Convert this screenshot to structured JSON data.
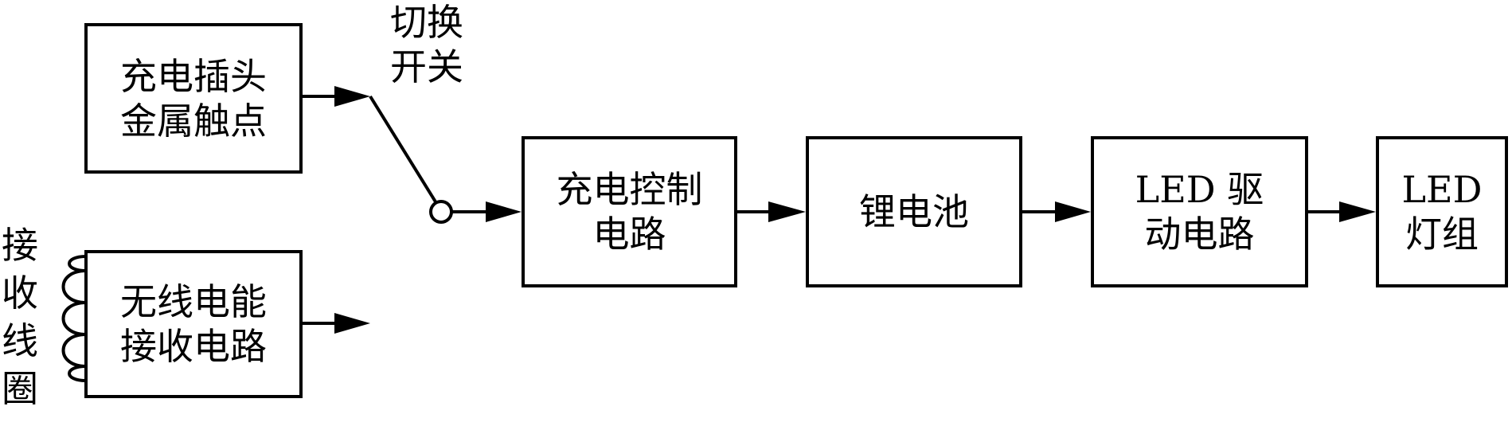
{
  "diagram": {
    "blocks": {
      "plug_contact": {
        "line1": "充电插头",
        "line2": "金属触点"
      },
      "wireless_receiver": {
        "line1": "无线电能",
        "line2": "接收电路"
      },
      "charge_control": {
        "line1": "充电控制",
        "line2": "电路"
      },
      "battery": {
        "line1": "锂电池"
      },
      "led_driver": {
        "line1": "LED 驱",
        "line2": "动电路"
      },
      "led_group": {
        "line1": "LED",
        "line2": "灯组"
      }
    },
    "switch_label": {
      "line1": "切换",
      "line2": "开关"
    },
    "coil_label": {
      "chars": [
        "接",
        "收",
        "线",
        "圈"
      ]
    }
  }
}
